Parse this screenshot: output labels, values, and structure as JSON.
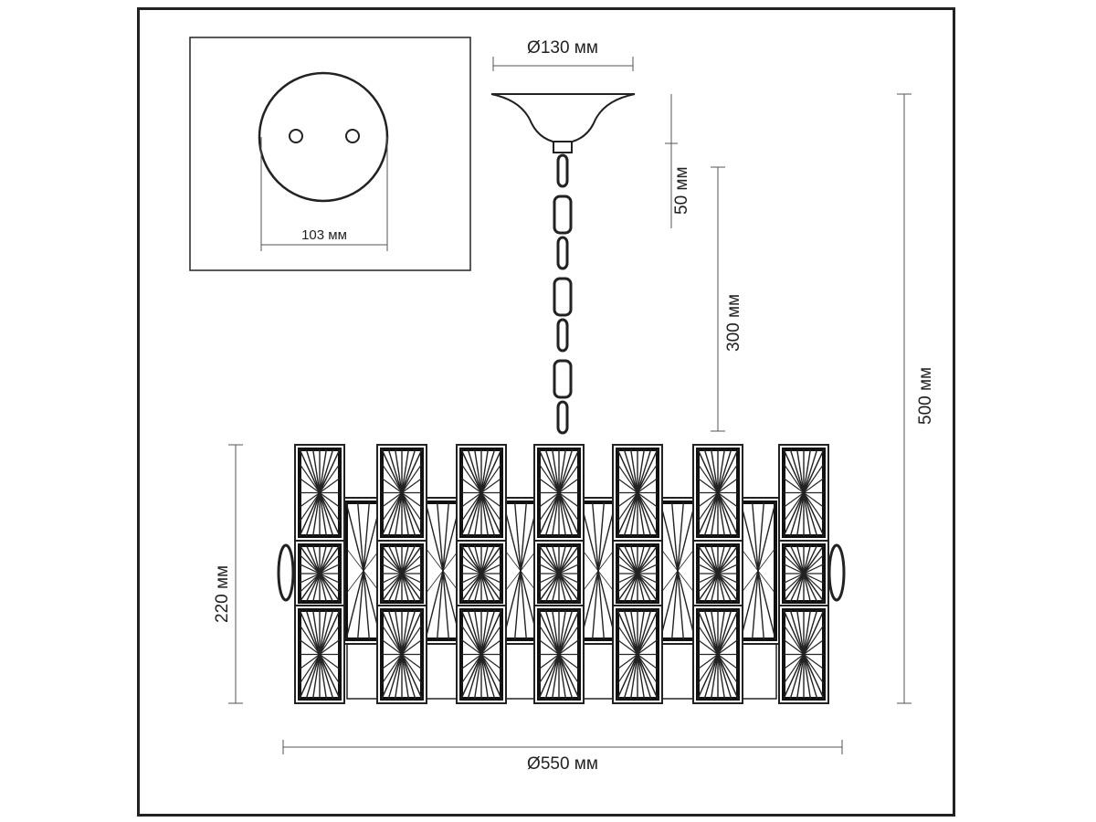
{
  "dimensions": {
    "canopy_diameter": "Ø130 мм",
    "mount_hole_spacing": "103 мм",
    "canopy_height": "50 мм",
    "chain_length": "300 мм",
    "total_height": "500 мм",
    "body_height": "220 мм",
    "body_diameter": "Ø550 мм"
  },
  "colors": {
    "line": "#222222",
    "dim": "#555555"
  }
}
